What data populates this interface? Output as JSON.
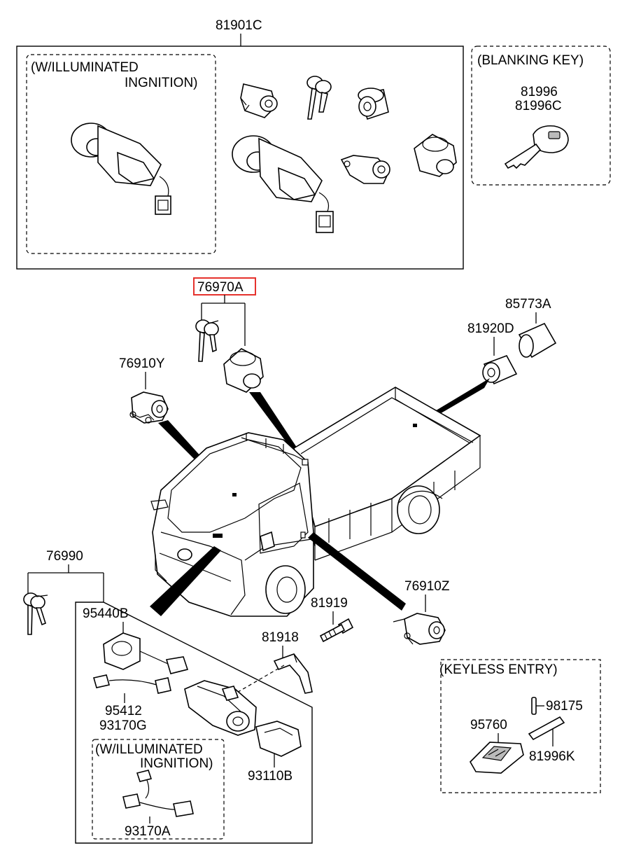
{
  "parts": {
    "p81901C": "81901C",
    "p81996": "81996",
    "p81996C": "81996C",
    "p76970A": "76970A",
    "p85773A": "85773A",
    "p81920D": "81920D",
    "p76910Y": "76910Y",
    "p76990": "76990",
    "p76910Z": "76910Z",
    "p81919": "81919",
    "p81918": "81918",
    "p95440B": "95440B",
    "p95412": "95412",
    "p93170G": "93170G",
    "p93110B": "93110B",
    "p93170A": "93170A",
    "p95760": "95760",
    "p98175": "98175",
    "p81996K": "81996K"
  },
  "notes": {
    "illum_top_1": "(W/ILLUMINATED",
    "illum_top_2": "INGNITION)",
    "blanking_key": "(BLANKING KEY)",
    "illum_bottom_1": "(W/ILLUMINATED",
    "illum_bottom_2": "INGNITION)",
    "keyless_entry": "(KEYLESS ENTRY)"
  },
  "highlight_color": "#e5322d"
}
